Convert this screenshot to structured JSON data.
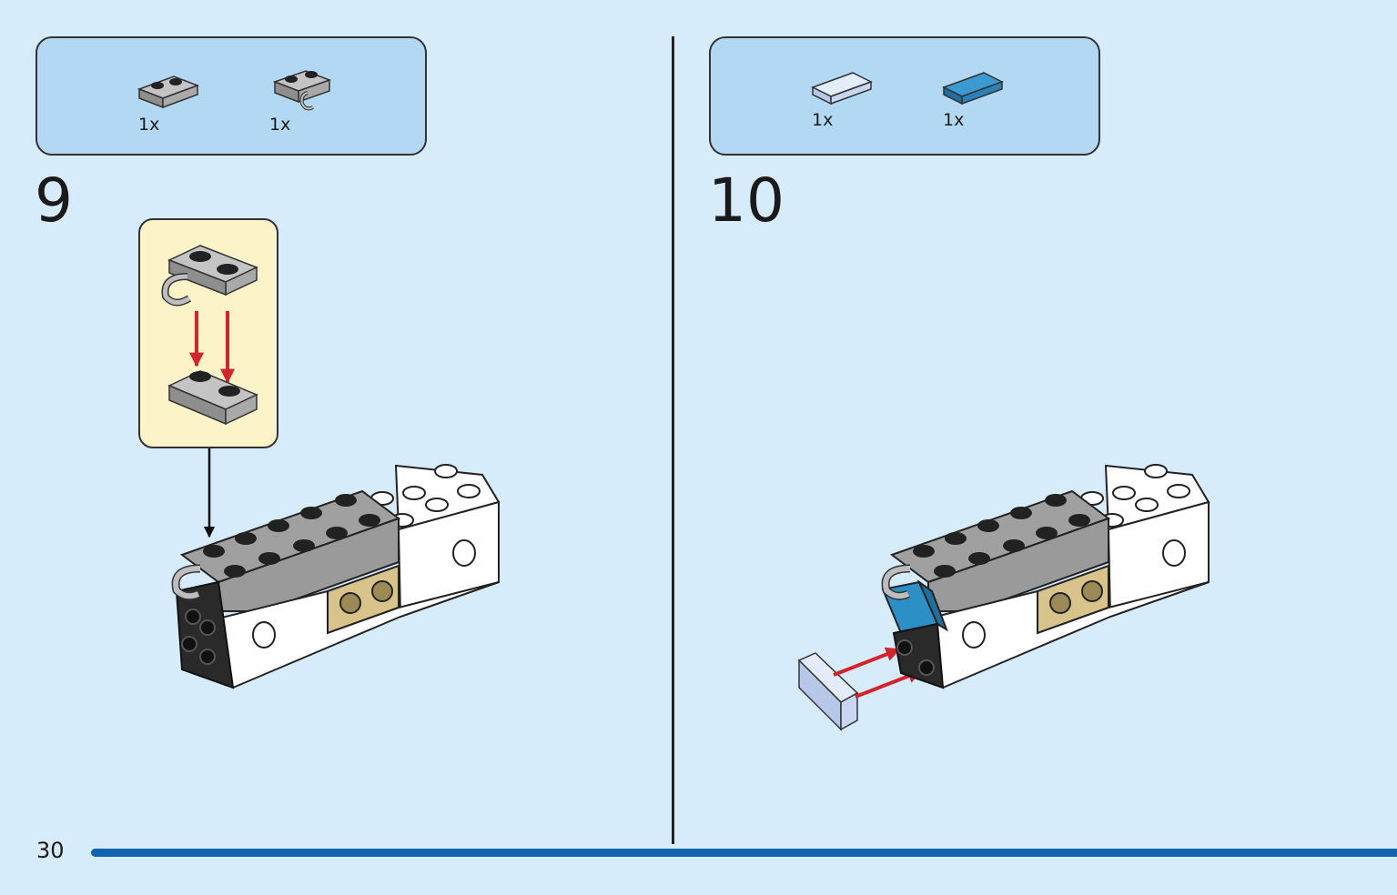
{
  "steps": [
    {
      "number": "9",
      "parts": [
        {
          "qty": "1x",
          "name": "gray 1x2 plate",
          "color": "#a0a0a0"
        },
        {
          "qty": "1x",
          "name": "gray 1x2 plate with clip",
          "color": "#a0a0a0"
        }
      ]
    },
    {
      "number": "10",
      "parts": [
        {
          "qty": "1x",
          "name": "transparent light blue 1x2 tile",
          "color": "#c9dcf6"
        },
        {
          "qty": "1x",
          "name": "blue 1x2 tile",
          "color": "#2c8fc6"
        }
      ]
    }
  ],
  "footer": {
    "page_number": "30"
  },
  "colors": {
    "background": "#d6ecfb",
    "parts_box": "#b3d8f4",
    "callout": "#fdf3c9",
    "accent_bar": "#0f64ad",
    "arrow_red": "#d4232c",
    "brick_gray": "#a0a0a0",
    "brick_tan": "#d8c48a",
    "brick_blue": "#2c8fc6"
  }
}
